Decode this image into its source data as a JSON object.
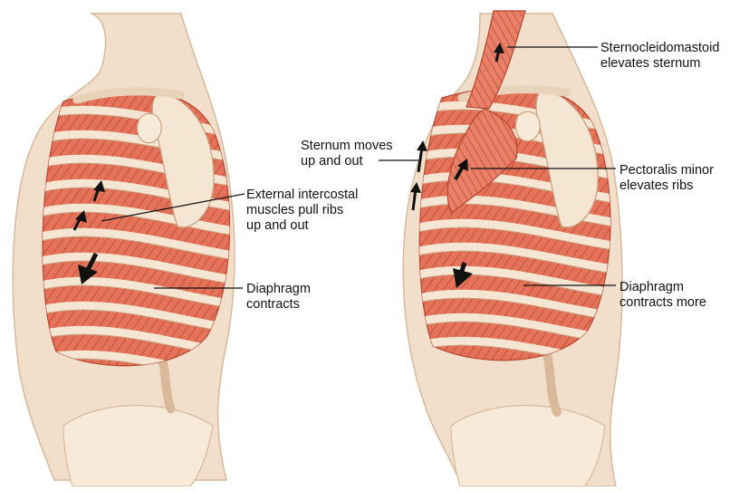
{
  "colors": {
    "skin": "#f1dfcb",
    "skin_line": "#d9b99a",
    "muscle": "#e4735a",
    "muscle_dark": "#b8432f",
    "muscle_light": "#f2a48f",
    "rib": "#f5e6d3",
    "rib_edge": "#c9a27f",
    "arrow": "#111111",
    "line": "#111111"
  },
  "left_figure": {
    "name": "normal-inspiration",
    "labels": {
      "intercostal": [
        "External intercostal",
        "muscles pull ribs",
        "up and out"
      ],
      "diaphragm": [
        "Diaphragm",
        "contracts"
      ]
    }
  },
  "right_figure": {
    "name": "forced-inspiration",
    "labels": {
      "scm": [
        "Sternocleidomastoid",
        "elevates sternum"
      ],
      "sternum": [
        "Sternum moves",
        "up and out"
      ],
      "pectoralis": [
        "Pectoralis minor",
        "elevates ribs"
      ],
      "diaphragm": [
        "Diaphragm",
        "contracts more"
      ]
    }
  }
}
